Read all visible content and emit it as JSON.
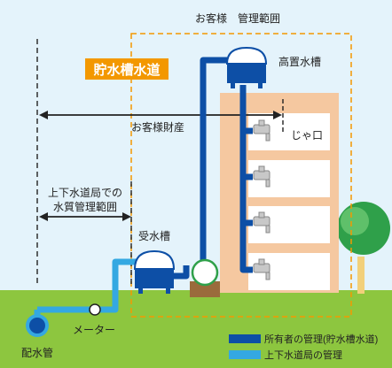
{
  "labels": {
    "customer_mgmt_scope": "お客様　管理範囲",
    "storage_tank_water": "貯水槽水道",
    "elevated_tank": "高置水槽",
    "customer_property": "お客様財産",
    "faucet": "じゃ口",
    "bureau_quality_l1": "上下水道局での",
    "bureau_quality_l2": "水質管理範囲",
    "receiving_tank": "受水槽",
    "meter": "メーター",
    "main_pipe": "配水管"
  },
  "legend": {
    "owner_managed": "所有者の管理(貯水槽水道)",
    "bureau_managed": "上下水道局の管理"
  },
  "colors": {
    "owner_pipe": "#0d4fa6",
    "bureau_pipe": "#34a8e2",
    "sky": "#e4f3fb",
    "ground": "#8dc63f",
    "building": "#f5c8a0",
    "scope_border": "#f39800",
    "storage_label_bg": "#f39800"
  },
  "icons": [
    "faucet-icon",
    "tank-icon",
    "pump-icon",
    "tree-icon",
    "meter-icon",
    "main-pipe-icon"
  ]
}
